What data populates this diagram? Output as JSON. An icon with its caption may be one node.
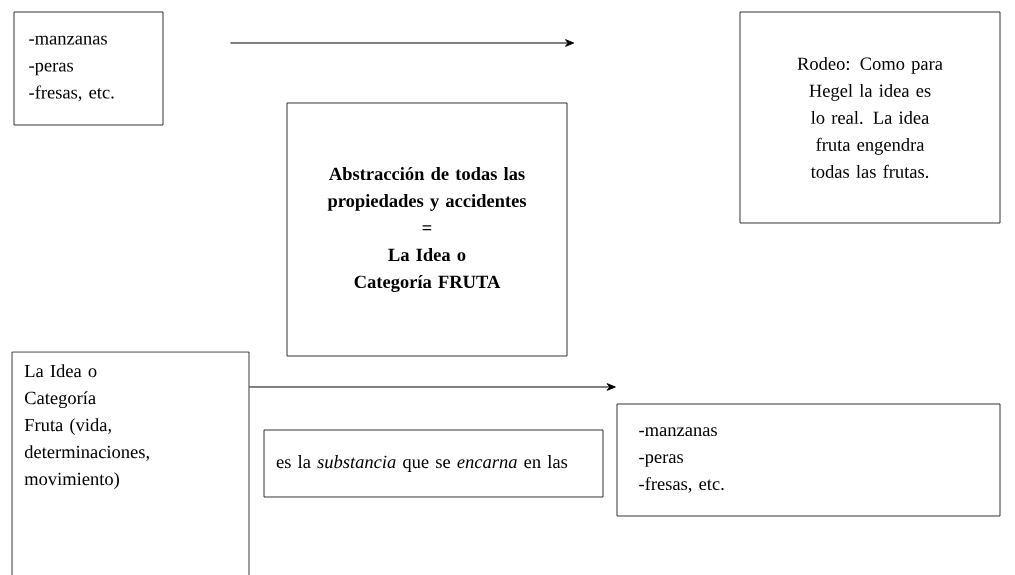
{
  "diagram": {
    "nodes": [
      {
        "text": [
          "-manzanas",
          "-peras",
          "-fresas, etc."
        ]
      },
      {
        "text": [
          "Abstracción de todas las propiedades y accidentes",
          "=",
          "La Idea o Categoría FRUTA"
        ]
      },
      {
        "text": [
          "Rodeo: Como para Hegel la idea es lo real. La idea fruta engendra todas las frutas."
        ]
      },
      {
        "text": [
          "La Idea o Categoría Fruta (vida, determinaciones, movimiento)"
        ]
      },
      {
        "text": [
          "es la *substancia* que se *encarna* en las"
        ]
      },
      {
        "text": [
          "-manzanas",
          "-peras",
          "-fresas, etc."
        ]
      }
    ],
    "edges": [
      {
        "from": 0,
        "to": null,
        "arrow": "to"
      },
      {
        "from": 3,
        "to": 5,
        "arrow": "to"
      }
    ]
  }
}
